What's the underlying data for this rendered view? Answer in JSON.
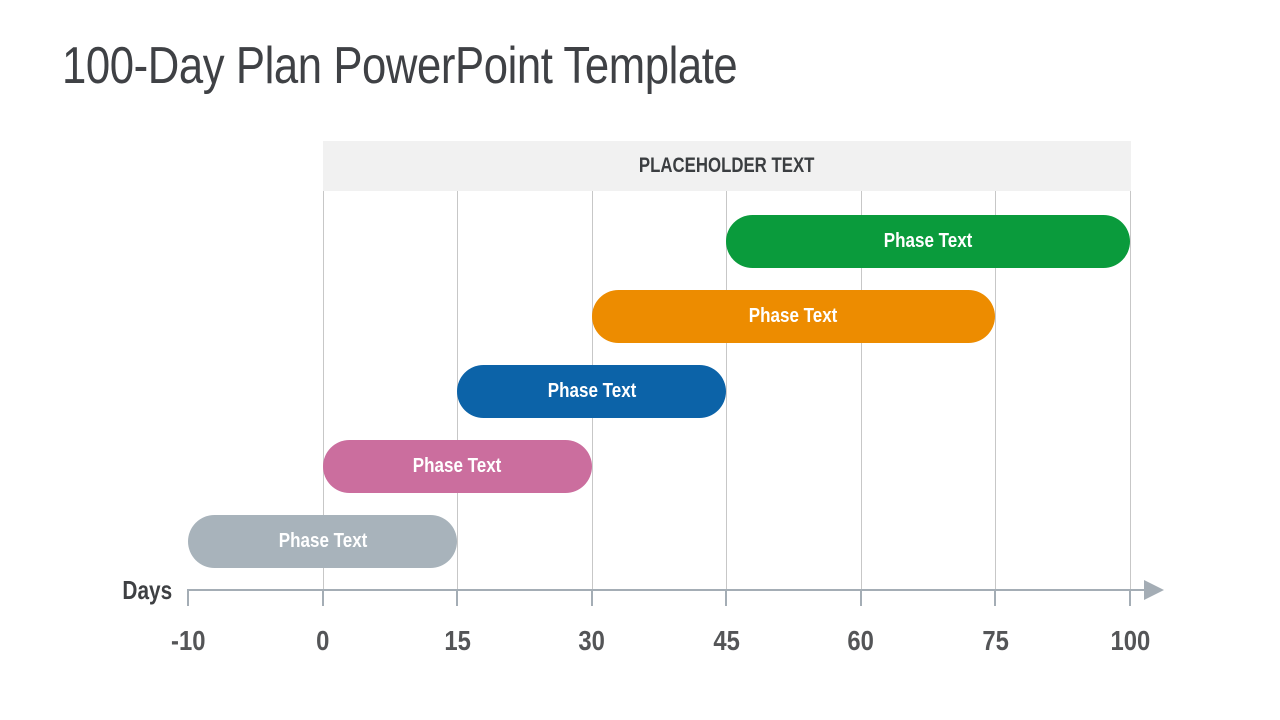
{
  "title": "100-Day Plan PowerPoint Template",
  "chart_data": {
    "type": "bar",
    "subtype": "gantt-timeline",
    "title": "100-Day Plan PowerPoint Template",
    "header": "PLACEHOLDER TEXT",
    "axis": {
      "label": "Days",
      "tick_labels": [
        "-10",
        "0",
        "15",
        "30",
        "45",
        "60",
        "75",
        "100"
      ],
      "tick_values": [
        -10,
        0,
        15,
        30,
        45,
        60,
        75,
        100
      ],
      "spacing": "equal-categorical",
      "arrow": "right",
      "grid_vertical": true,
      "grid_from_value": 0,
      "grid_to_value": 100
    },
    "bars": [
      {
        "label": "Phase Text",
        "start": 45,
        "end": 100,
        "color": "#0a9b3c",
        "row": 0
      },
      {
        "label": "Phase Text",
        "start": 30,
        "end": 75,
        "color": "#ed8c00",
        "row": 1
      },
      {
        "label": "Phase Text",
        "start": 15,
        "end": 45,
        "color": "#0c63a8",
        "row": 2
      },
      {
        "label": "Phase Text",
        "start": 0,
        "end": 30,
        "color": "#cb6e9e",
        "row": 3
      },
      {
        "label": "Phase Text",
        "start": -10,
        "end": 15,
        "color": "#a8b3bb",
        "row": 4
      }
    ],
    "colors": {
      "background": "#ffffff",
      "title_text": "#3f4145",
      "header_bg": "#f1f1f1",
      "header_text": "#3b3e41",
      "gridline": "#c7c7c7",
      "axis": "#a4adb5",
      "tick_label": "#545557",
      "days_label": "#3e4043",
      "bar_label": "#ffffff"
    }
  }
}
